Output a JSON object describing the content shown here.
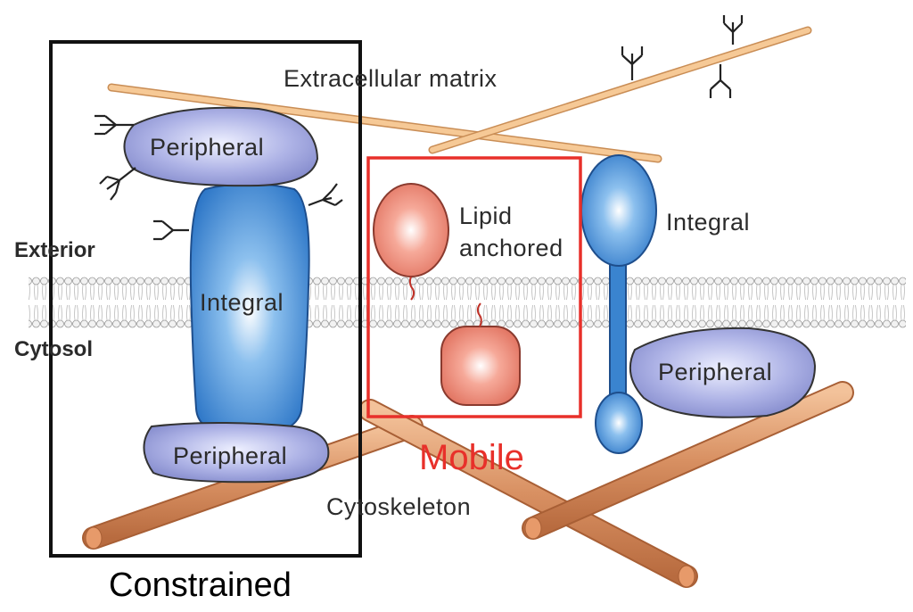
{
  "labels": {
    "extracellular_matrix": "Extracellular matrix",
    "exterior": "Exterior",
    "cytosol": "Cytosol",
    "cytoskeleton": "Cytoskeleton",
    "peripheral_top_left": "Peripheral",
    "integral_left": "Integral",
    "peripheral_bottom_left": "Peripheral",
    "lipid_anchored_line1": "Lipid",
    "lipid_anchored_line2": "anchored",
    "integral_right": "Integral",
    "peripheral_right": "Peripheral",
    "mobile": "Mobile",
    "constrained": "Constrained"
  },
  "colors": {
    "constrained_box": "#111111",
    "mobile_box": "#e8302a",
    "integral_protein": "#3a84cf",
    "peripheral_protein": "#9aa1dc",
    "lipid_anchored_protein": "#ee8a78",
    "fiber": "#e0a06a",
    "membrane": "#c8c8c8"
  }
}
